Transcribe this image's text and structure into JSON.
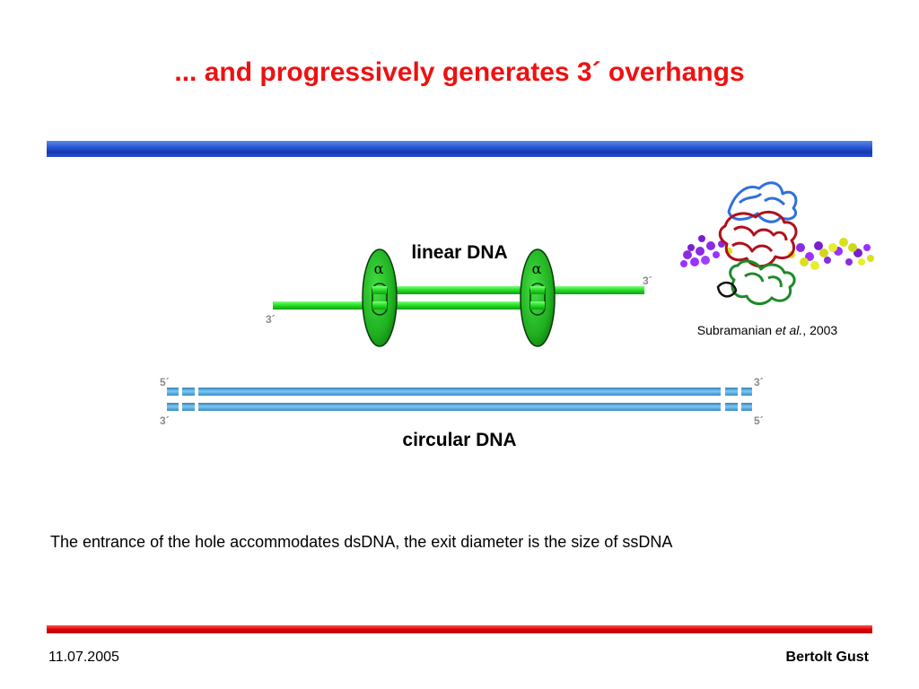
{
  "slide": {
    "title": "... and progressively generates 3´ overhangs",
    "caption": "The entrance of the hole accommodates dsDNA, the exit diameter is the size of ssDNA",
    "date": "11.07.2005",
    "author": "Bertolt Gust"
  },
  "linear": {
    "label": "linear DNA",
    "alpha_left": "α",
    "alpha_right": "α",
    "end_top": "3´",
    "end_bottom": "3´"
  },
  "circular": {
    "label": "circular DNA",
    "left_top": "5´",
    "left_bottom": "3´",
    "right_top": "3´",
    "right_bottom": "5´"
  },
  "citation": {
    "author": "Subramanian",
    "etal": "et al.",
    "year": ", 2003"
  },
  "colors": {
    "title": "#ee1111",
    "linear_strand": "#22dd22",
    "ring_fill": "#22bb22",
    "circular_strand": "#5aaee0",
    "rule_top": "#2b55d6",
    "rule_bottom": "#e00000"
  },
  "icons": {
    "protein": "exonuclease-dna-complex-structure"
  }
}
